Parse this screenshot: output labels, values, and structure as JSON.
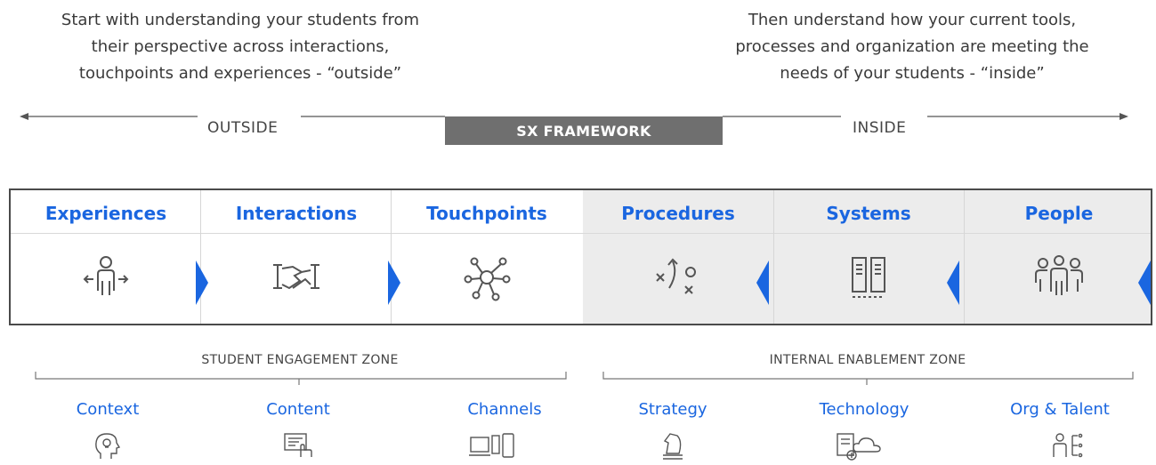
{
  "intro": {
    "left_lines": [
      "Start with understanding your students from",
      "their perspective across interactions,",
      "touchpoints and experiences - “outside”"
    ],
    "right_lines": [
      "Then understand how your current tools,",
      "processes and organization are meeting the",
      "needs of your students  - “inside”"
    ]
  },
  "axis": {
    "outside_label": "OUTSIDE",
    "framework_label": "SX FRAMEWORK",
    "inside_label": "INSIDE"
  },
  "columns": [
    {
      "title": "Experiences",
      "icon": "person-arrows-icon"
    },
    {
      "title": "Interactions",
      "icon": "handshake-icon"
    },
    {
      "title": "Touchpoints",
      "icon": "network-icon"
    },
    {
      "title": "Procedures",
      "icon": "strategy-play-icon"
    },
    {
      "title": "Systems",
      "icon": "server-racks-icon"
    },
    {
      "title": "People",
      "icon": "group-icon"
    }
  ],
  "zones": {
    "left": "STUDENT ENGAGEMENT ZONE",
    "right": "INTERNAL ENABLEMENT ZONE"
  },
  "subitems": [
    {
      "label": "Context",
      "icon": "head-bulb-icon"
    },
    {
      "label": "Content",
      "icon": "content-touch-icon"
    },
    {
      "label": "Channels",
      "icon": "devices-icon"
    },
    {
      "label": "Strategy",
      "icon": "chess-knight-icon"
    },
    {
      "label": "Technology",
      "icon": "server-cloud-icon"
    },
    {
      "label": "Org & Talent",
      "icon": "org-chart-icon"
    }
  ],
  "colors": {
    "accent_blue": "#1a66e0",
    "bar_gray": "#6f6f6f",
    "inside_bg": "#ececec",
    "border": "#4a4a4a"
  }
}
